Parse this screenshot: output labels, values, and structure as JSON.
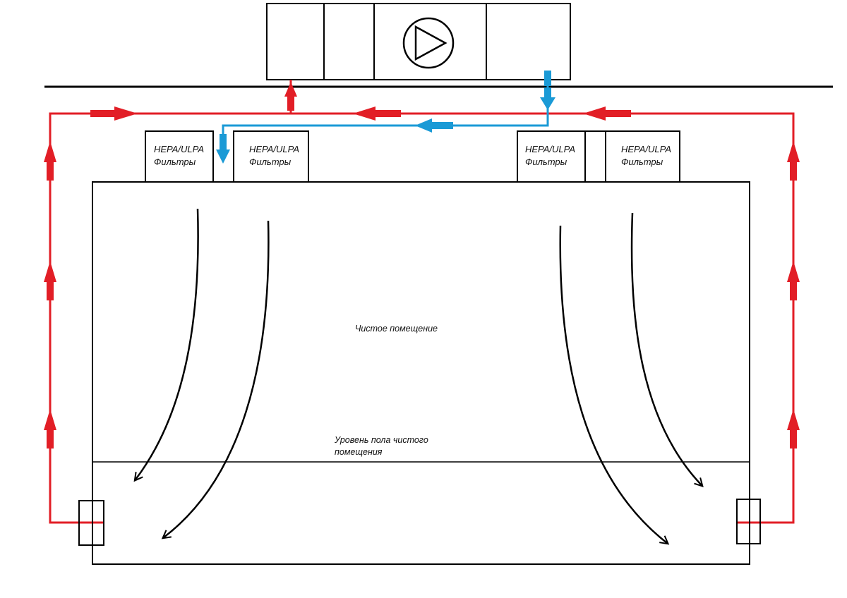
{
  "filters": [
    {
      "line1": "HEPA/ULPA",
      "line2": "Фильтры"
    },
    {
      "line1": "HEPA/ULPA",
      "line2": "Фильтры"
    },
    {
      "line1": "HEPA/ULPA",
      "line2": "Фильтры"
    },
    {
      "line1": "HEPA/ULPA",
      "line2": "Фильтры"
    }
  ],
  "room": {
    "label": "Чистое помещение",
    "floor_label_line1": "Уровень пола чистого",
    "floor_label_line2": "помещения"
  },
  "colors": {
    "return_air": "#e21e26",
    "supply_air": "#1a9ad6",
    "outline": "#000000"
  },
  "icons": {
    "fan": "fan-play-icon"
  }
}
